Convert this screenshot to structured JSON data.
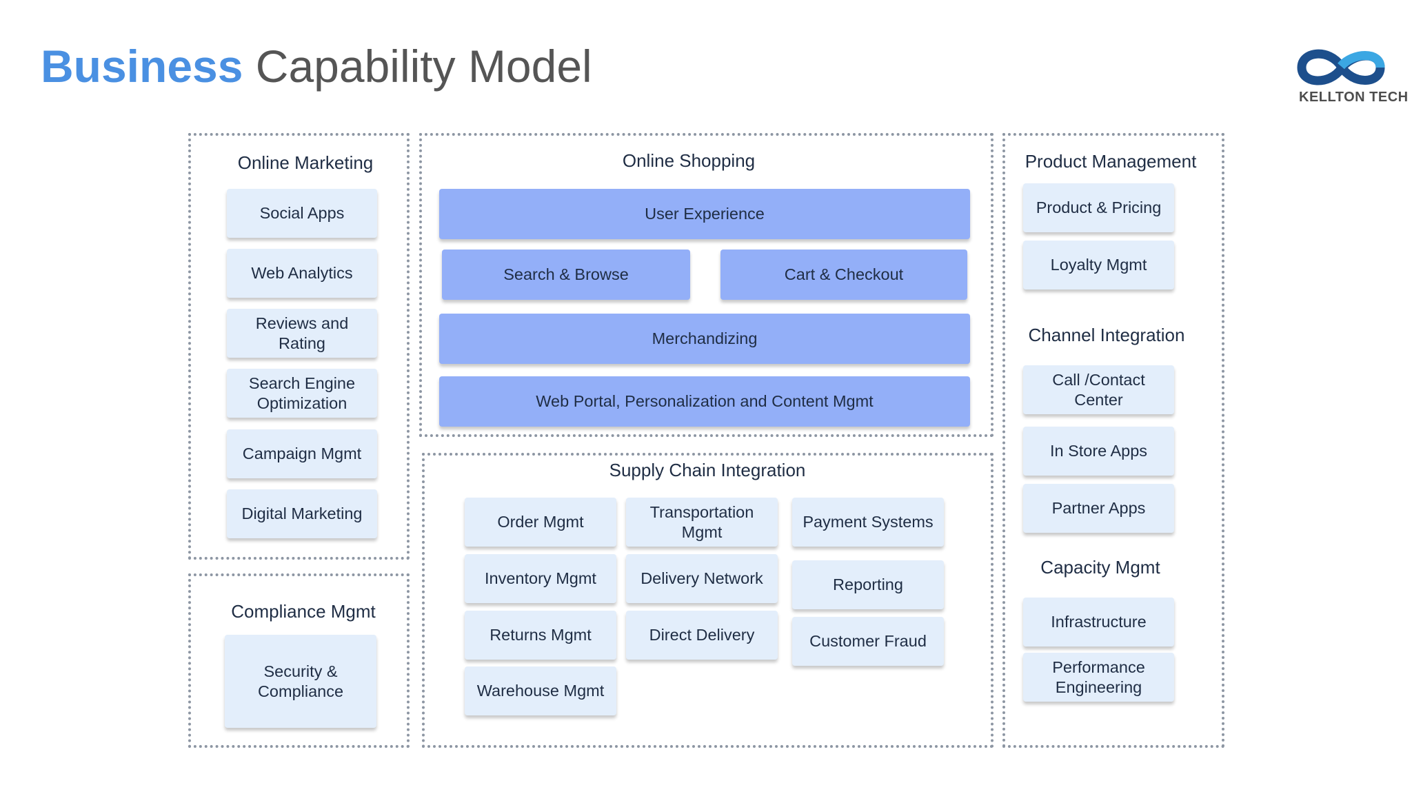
{
  "title": {
    "accent": "Business",
    "rest": " Capability Model"
  },
  "logo": {
    "text": "KELLTON TECH"
  },
  "colors": {
    "title_accent": "#4a90e2",
    "light_box": "#e3eefb",
    "dark_box": "#93aff8",
    "border": "#8d96a3"
  },
  "online_marketing": {
    "title": "Online Marketing",
    "items": [
      "Social Apps",
      "Web Analytics",
      "Reviews and Rating",
      "Search Engine Optimization",
      "Campaign Mgmt",
      "Digital Marketing"
    ]
  },
  "compliance": {
    "title": "Compliance Mgmt",
    "items": [
      "Security & Compliance"
    ]
  },
  "online_shopping": {
    "title": "Online Shopping",
    "items": [
      "User Experience",
      "Search & Browse",
      "Cart & Checkout",
      "Merchandizing",
      "Web Portal, Personalization and Content Mgmt"
    ]
  },
  "supply_chain": {
    "title": "Supply Chain  Integration",
    "items": [
      "Order Mgmt",
      "Transportation Mgmt",
      "Payment Systems",
      "Inventory Mgmt",
      "Delivery Network",
      "Reporting",
      "Returns Mgmt",
      "Direct Delivery",
      "Customer Fraud",
      "Warehouse Mgmt"
    ]
  },
  "right": {
    "product_title": "Product Management",
    "product_items": [
      "Product & Pricing",
      "Loyalty Mgmt"
    ],
    "channel_title": "Channel Integration",
    "channel_items": [
      "Call /Contact Center",
      "In Store Apps",
      "Partner Apps"
    ],
    "capacity_title": "Capacity Mgmt",
    "capacity_items": [
      "Infrastructure",
      "Performance Engineering"
    ]
  }
}
